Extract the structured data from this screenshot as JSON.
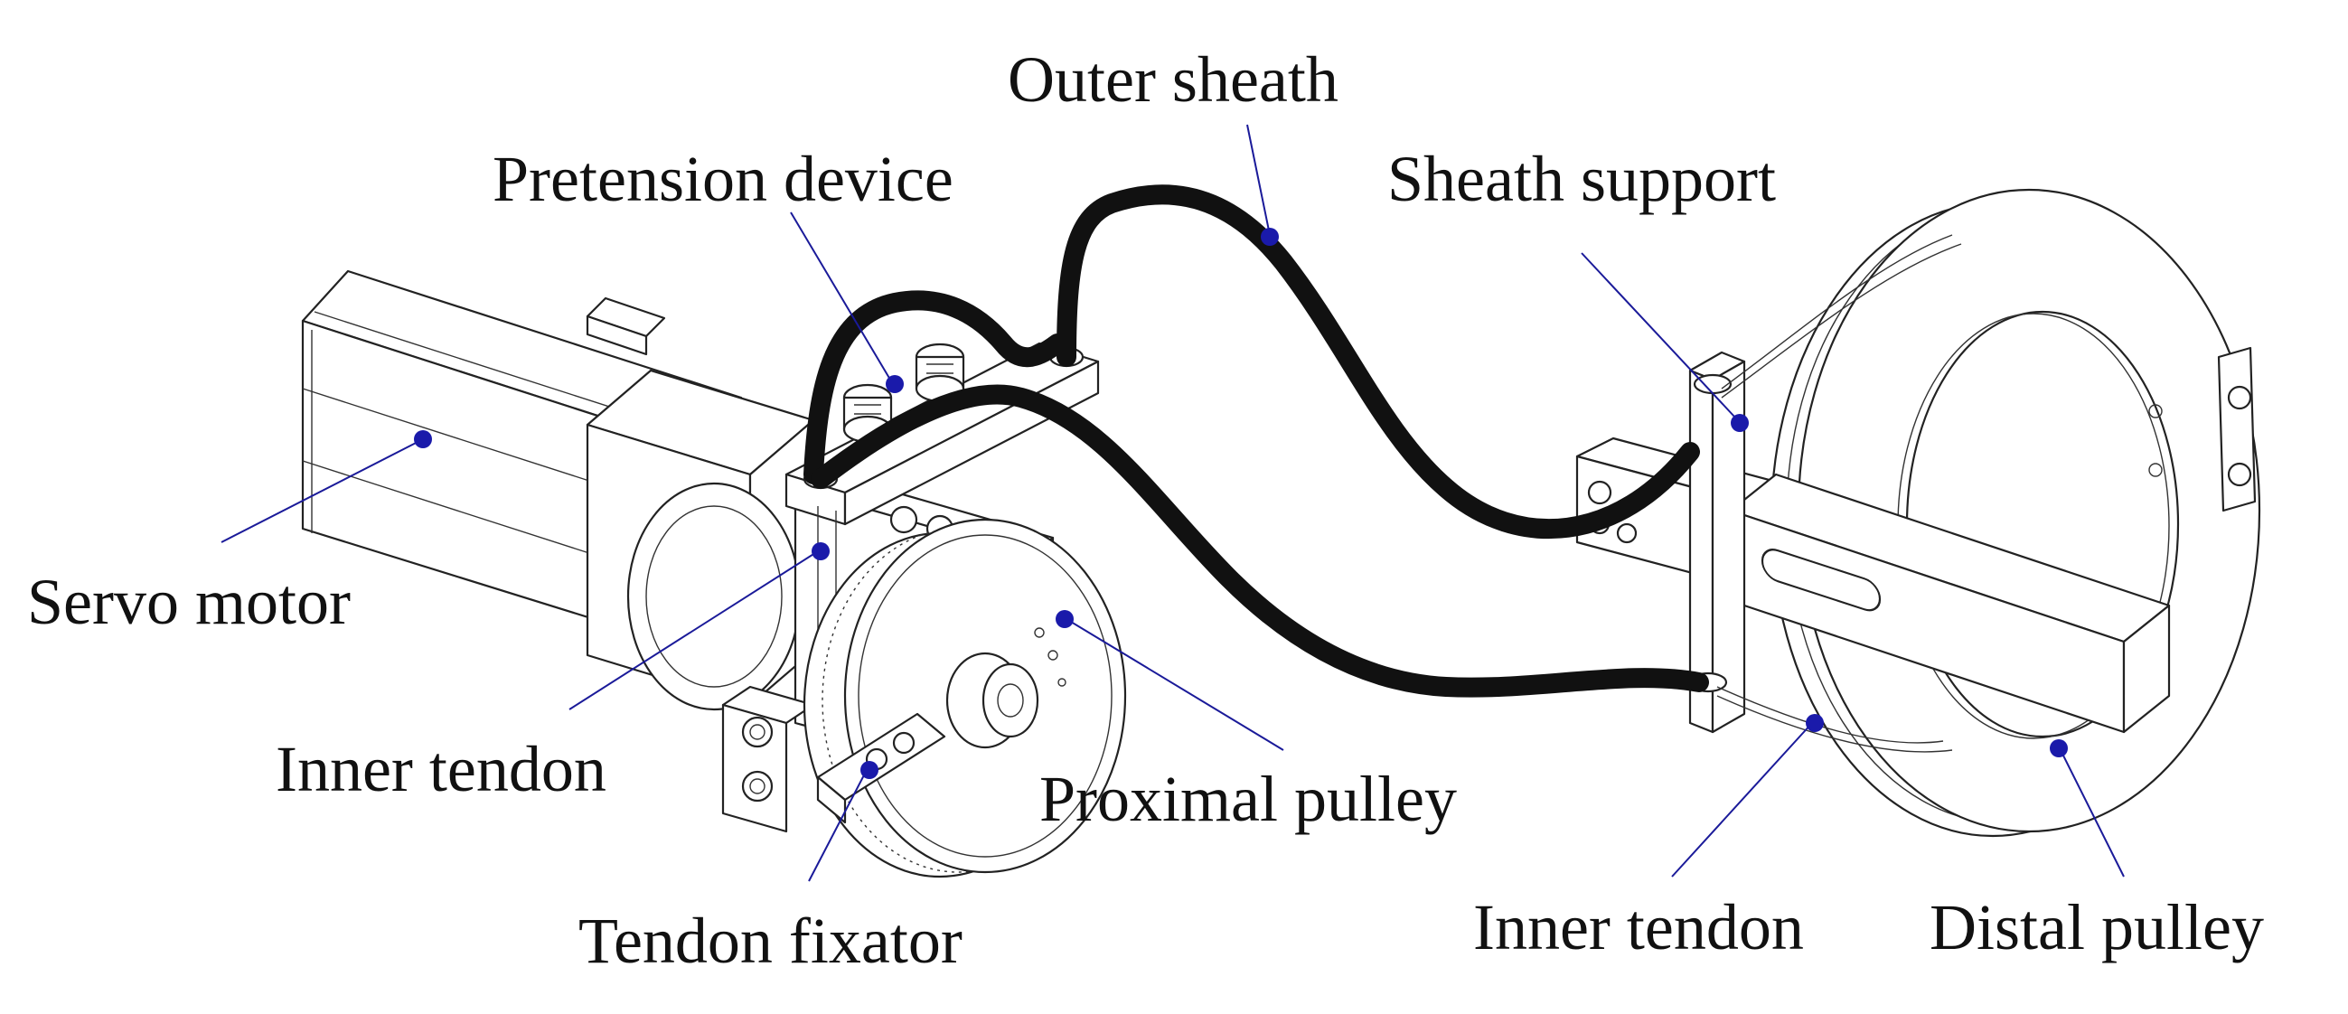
{
  "labels": {
    "outer_sheath": "Outer sheath",
    "pretension_device": "Pretension device",
    "sheath_support": "Sheath support",
    "servo_motor": "Servo motor",
    "inner_tendon_left": "Inner tendon",
    "proximal_pulley": "Proximal pulley",
    "tendon_fixator": "Tendon fixator",
    "inner_tendon_right": "Inner tendon",
    "distal_pulley": "Distal pulley"
  },
  "colors": {
    "leader_line": "#1a1a99",
    "marker_dot": "#1a1aaa",
    "linework": "#222222",
    "sheath": "#111111"
  }
}
